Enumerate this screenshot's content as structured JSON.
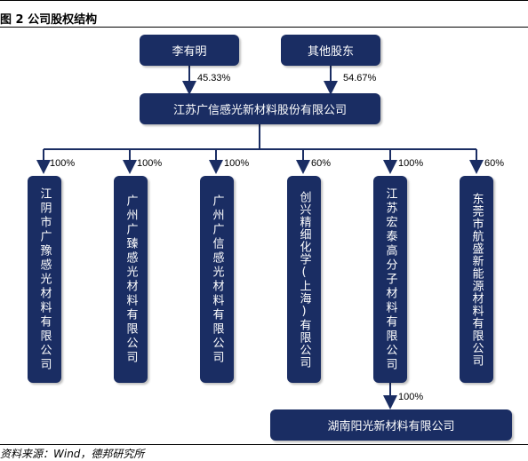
{
  "figure": {
    "title": "图 2 公司股权结构",
    "source": "资料来源：Wind，德邦研究所"
  },
  "shareholders": [
    {
      "name": "李有明",
      "pct": "45.33%"
    },
    {
      "name": "其他股东",
      "pct": "54.67%"
    }
  ],
  "company": {
    "name": "江苏广信感光新材料股份有限公司"
  },
  "subsidiaries": [
    {
      "name": "江阴市广豫感光材料有限公司",
      "pct": "100%"
    },
    {
      "name": "广州广臻感光材料有限公司",
      "pct": "100%"
    },
    {
      "name": "广州广信感光材料有限公司",
      "pct": "100%"
    },
    {
      "name": "创兴精细化学(上海)有限公司",
      "pct": "60%"
    },
    {
      "name": "江苏宏泰高分子材料有限公司",
      "pct": "100%"
    },
    {
      "name": "东莞市航盛新能源材料有限公司",
      "pct": "60%"
    }
  ],
  "sub_subsidiary": {
    "name": "湖南阳光新材料有限公司",
    "pct": "100%"
  },
  "colors": {
    "box": "#1a2d63",
    "line": "#1a2d63"
  }
}
